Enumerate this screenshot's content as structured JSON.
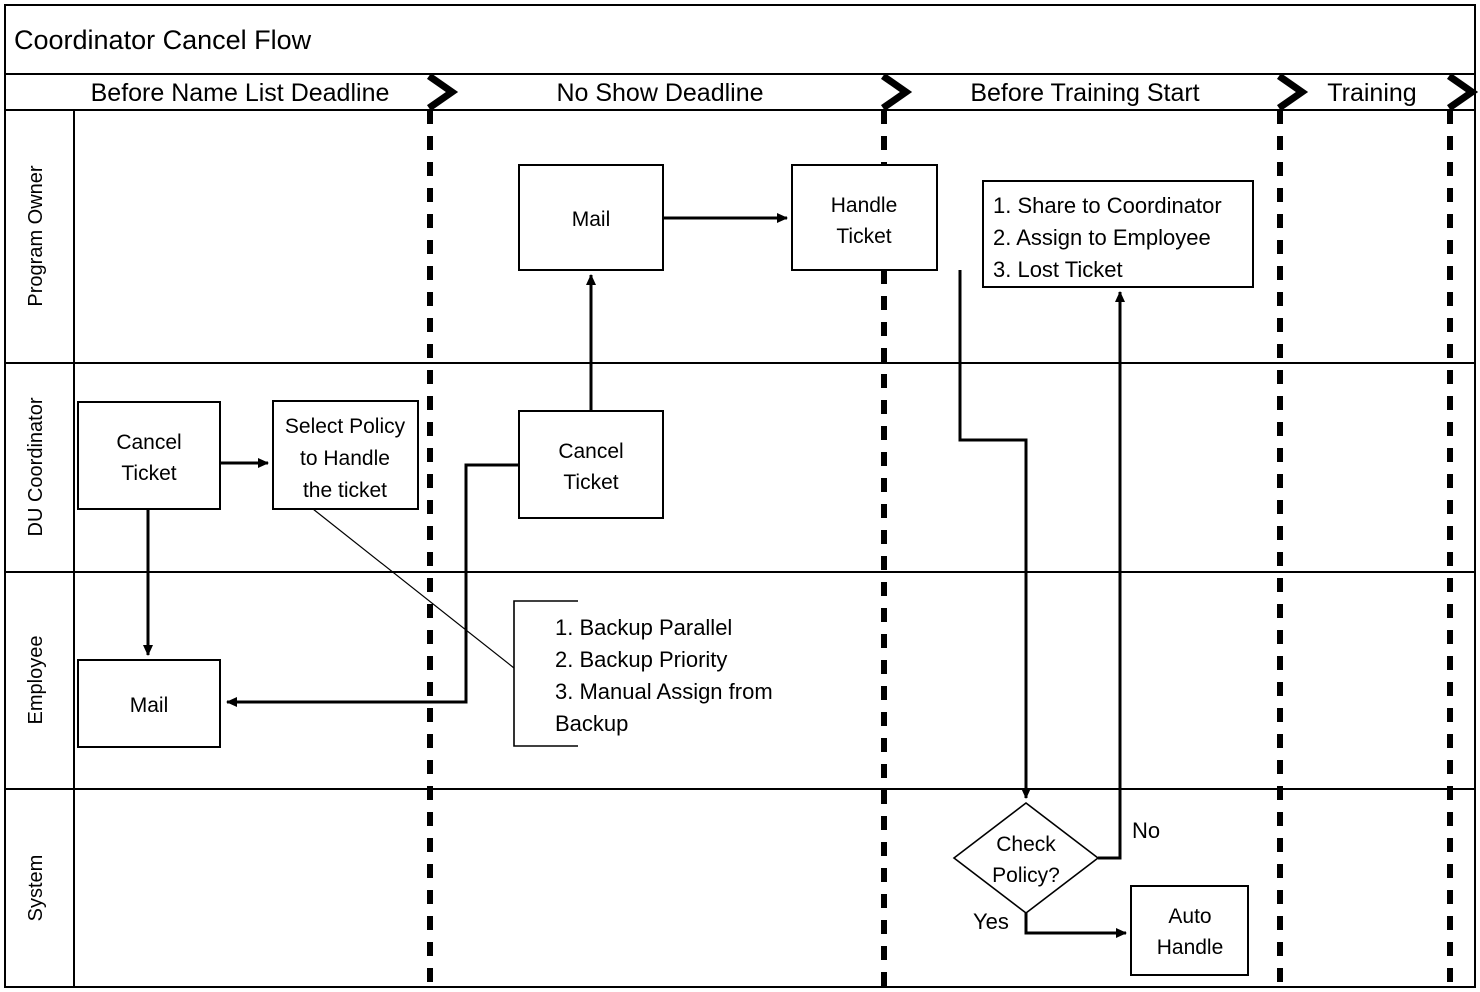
{
  "diagram": {
    "title": "Coordinator Cancel Flow",
    "type": "swimlane-flowchart",
    "background_color": "#ffffff",
    "stroke_color": "#000000"
  },
  "phases": [
    {
      "label": "Before Name List Deadline"
    },
    {
      "label": "No Show Deadline"
    },
    {
      "label": "Before Training Start"
    },
    {
      "label": "Training"
    }
  ],
  "lanes": [
    {
      "label": "Program Owner"
    },
    {
      "label": "DU Coordinator"
    },
    {
      "label": "Employee"
    },
    {
      "label": "System"
    }
  ],
  "nodes": {
    "po_mail": {
      "label_line1": "Mail",
      "label_line2": "",
      "lane": "Program Owner"
    },
    "po_handle_ticket": {
      "label_line1": "Handle",
      "label_line2": "Ticket",
      "lane": "Program Owner"
    },
    "po_options": {
      "lines": [
        "1. Share  to Coordinator",
        "2. Assign to Employee",
        "3. Lost Ticket"
      ],
      "lane": "Program Owner"
    },
    "du_cancel_ticket_1": {
      "label_line1": "Cancel",
      "label_line2": "Ticket",
      "lane": "DU Coordinator"
    },
    "du_select_policy": {
      "label_line1": "Select Policy",
      "label_line2": "to Handle",
      "label_line3": "the ticket",
      "lane": "DU Coordinator"
    },
    "du_cancel_ticket_2": {
      "label_line1": "Cancel",
      "label_line2": "Ticket",
      "lane": "DU Coordinator"
    },
    "emp_mail": {
      "label_line1": "Mail",
      "label_line2": "",
      "lane": "Employee"
    },
    "emp_policy_note": {
      "lines": [
        "1. Backup Parallel",
        "2. Backup Priority",
        "3. Manual Assign from",
        "Backup"
      ],
      "lane": "Employee"
    },
    "sys_check_policy": {
      "label_line1": "Check",
      "label_line2": "Policy?",
      "lane": "System"
    },
    "sys_auto_handle": {
      "label_line1": "Auto",
      "label_line2": "Handle",
      "lane": "System"
    }
  },
  "edge_labels": {
    "no": "No",
    "yes": "Yes"
  }
}
